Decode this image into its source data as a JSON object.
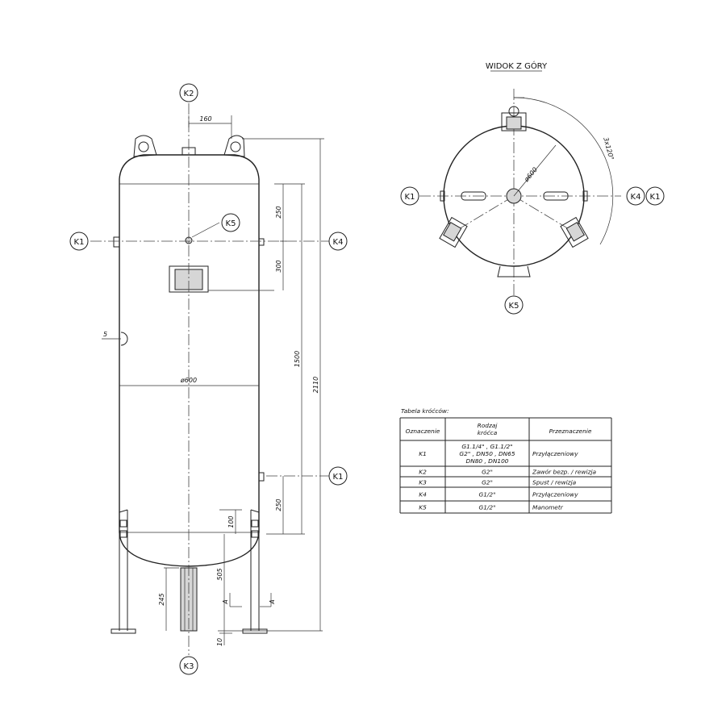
{
  "view_title": "WIDOK Z GÓRY",
  "labels": {
    "k1": "K1",
    "k2": "K2",
    "k3": "K3",
    "k4": "K4",
    "k5": "K5",
    "detail_5": "5",
    "section_a": "A"
  },
  "dimensions": {
    "d_160": "160",
    "d_250_top": "250",
    "d_300": "300",
    "d_1500": "1500",
    "d_2110": "2110",
    "d_250_bottom": "250",
    "d_100": "100",
    "d_505": "505",
    "d_245": "245",
    "d_10": "10",
    "d_phi600": "ø600",
    "top_phi600": "ø600",
    "top_angle": "3x120°"
  },
  "table": {
    "caption": "Tabela króćców:",
    "headers": [
      "Oznaczenie",
      "Rodzaj\nkróćca",
      "Przeznaczenie"
    ],
    "rows": [
      {
        "id": "K1",
        "type_lines": [
          "G1.1/4\" , G1.1/2\"",
          "G2\" , DN50 , DN65",
          "DN80 , DN100"
        ],
        "purpose": "Przyłączeniowy"
      },
      {
        "id": "K2",
        "type_lines": [
          "G2\""
        ],
        "purpose": "Zawór bezp. / rewizja"
      },
      {
        "id": "K3",
        "type_lines": [
          "G2\""
        ],
        "purpose": "Spust / rewizja"
      },
      {
        "id": "K4",
        "type_lines": [
          "G1/2\""
        ],
        "purpose": "Przyłączeniowy"
      },
      {
        "id": "K5",
        "type_lines": [
          "G1/2\""
        ],
        "purpose": "Manometr"
      }
    ]
  }
}
